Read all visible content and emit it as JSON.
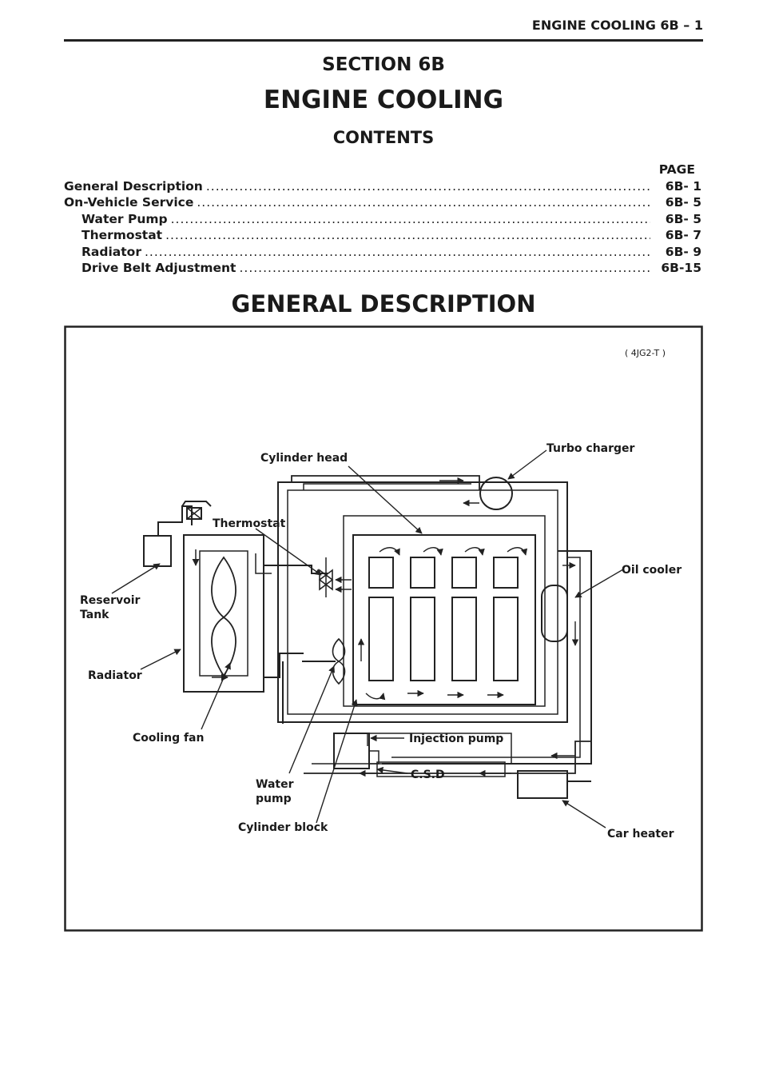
{
  "running_head": "ENGINE COOLING 6B – 1",
  "section_number": "SECTION 6B",
  "section_title": "ENGINE COOLING",
  "contents_title": "CONTENTS",
  "toc": {
    "page_header": "PAGE",
    "entries": [
      {
        "label": "General Description",
        "page": "6B- 1"
      },
      {
        "label": "On-Vehicle Service",
        "page": "6B- 5"
      },
      {
        "label": "Water Pump",
        "page": "6B- 5"
      },
      {
        "label": "Thermostat",
        "page": "6B- 7"
      },
      {
        "label": "Radiator",
        "page": "6B- 9"
      },
      {
        "label": "Drive Belt Adjustment",
        "page": "6B-15"
      }
    ]
  },
  "general_description_title": "GENERAL DESCRIPTION",
  "figure": {
    "model_code": "( 4JG2-T )",
    "labels": {
      "cylinder_head": "Cylinder head",
      "turbo_charger": "Turbo charger",
      "thermostat": "Thermostat",
      "oil_cooler": "Oil cooler",
      "reservoir_line1": "Reservoir",
      "reservoir_line2": "Tank",
      "radiator": "Radiator",
      "cooling_fan": "Cooling fan",
      "injection_pump": "Injection pump",
      "csd": "C.S.D",
      "water_line1": "Water",
      "water_line2": "pump",
      "cylinder_block": "Cylinder block",
      "car_heater": "Car heater"
    }
  }
}
